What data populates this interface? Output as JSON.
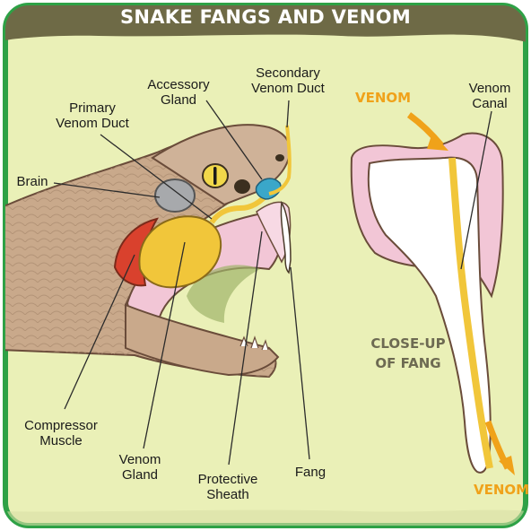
{
  "title": "SNAKE FANGS AND VENOM",
  "labels": {
    "secondary_venom_duct": [
      "Secondary",
      "Venom Duct"
    ],
    "accessory_gland": [
      "Accessory",
      "Gland"
    ],
    "primary_venom_duct": [
      "Primary",
      "Venom Duct"
    ],
    "brain": "Brain",
    "compressor_muscle": [
      "Compressor",
      "Muscle"
    ],
    "venom_gland": [
      "Venom",
      "Gland"
    ],
    "protective_sheath": [
      "Protective",
      "Sheath"
    ],
    "fang": "Fang",
    "venom_canal": [
      "Venom",
      "Canal"
    ],
    "venom_in": "VENOM",
    "venom_out": "VENOM",
    "close_up": [
      "CLOSE-UP",
      "OF FANG"
    ]
  },
  "colors": {
    "frame": "#2ea146",
    "background": "#eaf0b7",
    "banner": "#6e6a46",
    "skin": "#c9a98b",
    "venom": "#f1c63a",
    "muscle": "#d9412d",
    "gum": "#f2c6d6",
    "duct_blue": "#3aa7c9",
    "arrow_orange": "#f0a21a"
  }
}
